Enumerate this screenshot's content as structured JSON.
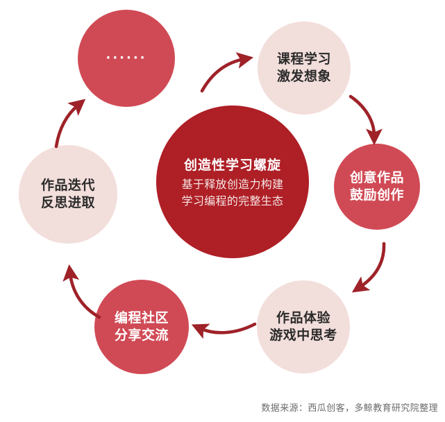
{
  "diagram": {
    "type": "cycle",
    "title_center": "创造性学习螺旋",
    "center": {
      "title": "创造性学习螺旋",
      "subtitle_line1": "基于释放创造力构建",
      "subtitle_line2": "学习编程的完整生态",
      "color": "#AE1F26"
    },
    "colors": {
      "hub_dark_red": "#AE1F26",
      "node_mid_red": "#D04A55",
      "node_light_pink": "#F2DEDB",
      "arrow_red": "#9E2228",
      "text_dark": "#2b2b2b",
      "text_white": "#ffffff",
      "source_gray": "#6b6b6b",
      "background": "#ffffff"
    },
    "nodes": [
      {
        "id": "more",
        "line1": "······",
        "line2": "",
        "style": "mid",
        "is_ellipsis": true,
        "color": "#D04A55",
        "position": "top-left"
      },
      {
        "id": "course-learning",
        "line1": "课程学习",
        "line2": "激发想象",
        "style": "light",
        "is_ellipsis": false,
        "color": "#F2DEDB",
        "position": "top-right"
      },
      {
        "id": "creative-works",
        "line1": "创意作品",
        "line2": "鼓励创作",
        "style": "mid",
        "is_ellipsis": false,
        "color": "#D04A55",
        "position": "right"
      },
      {
        "id": "work-experience",
        "line1": "作品体验",
        "line2": "游戏中思考",
        "style": "light",
        "is_ellipsis": false,
        "color": "#F2DEDB",
        "position": "bottom-right"
      },
      {
        "id": "coding-community",
        "line1": "编程社区",
        "line2": "分享交流",
        "style": "mid",
        "is_ellipsis": false,
        "color": "#D04A55",
        "position": "bottom-left"
      },
      {
        "id": "work-iteration",
        "line1": "作品迭代",
        "line2": "反思进取",
        "style": "light",
        "is_ellipsis": false,
        "color": "#F2DEDB",
        "position": "left"
      }
    ],
    "arrows": [
      {
        "from": "more",
        "to": "course-learning",
        "direction": "right"
      },
      {
        "from": "course-learning",
        "to": "creative-works",
        "direction": "down"
      },
      {
        "from": "creative-works",
        "to": "work-experience",
        "direction": "down-left"
      },
      {
        "from": "work-experience",
        "to": "coding-community",
        "direction": "left"
      },
      {
        "from": "coding-community",
        "to": "work-iteration",
        "direction": "up"
      },
      {
        "from": "work-iteration",
        "to": "more",
        "direction": "up-right"
      }
    ]
  },
  "source": {
    "note": "数据来源：西瓜创客，多鲸教育研究院整理"
  }
}
